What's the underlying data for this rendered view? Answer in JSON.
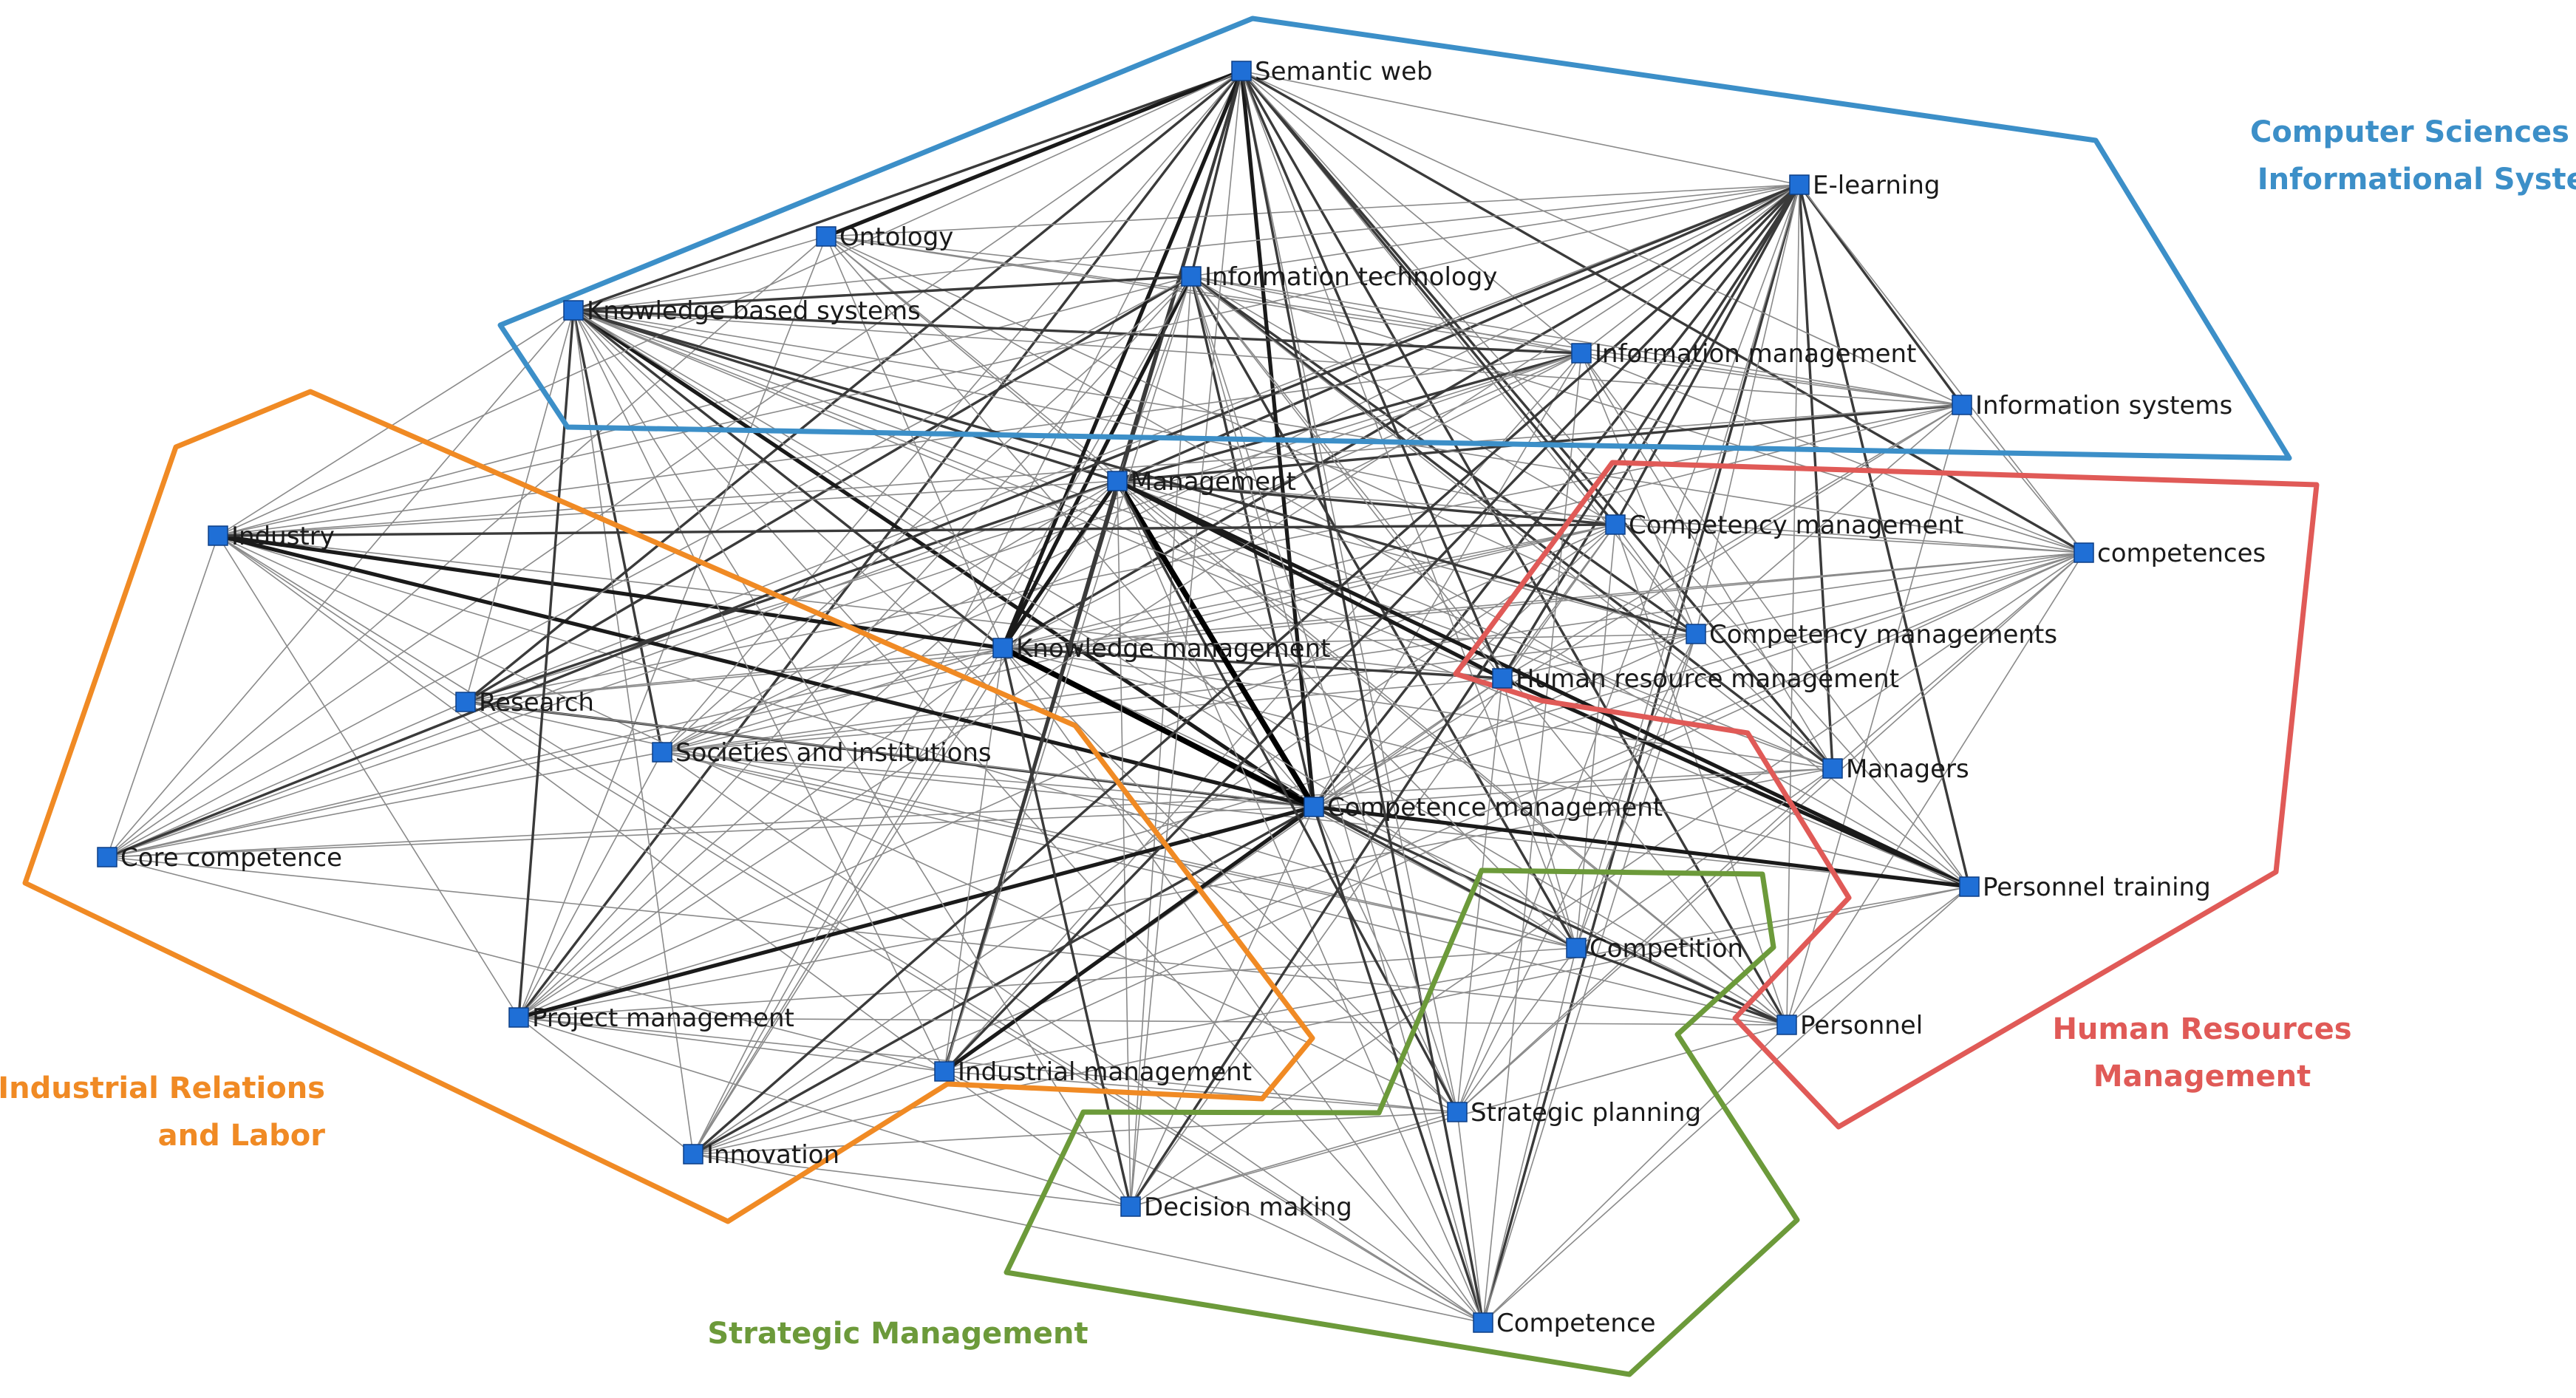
{
  "diagram": {
    "nodes": [
      {
        "id": "semantic_web",
        "label": "Semantic web"
      },
      {
        "id": "e_learning",
        "label": "E-learning"
      },
      {
        "id": "ontology",
        "label": "Ontology"
      },
      {
        "id": "information_technology",
        "label": "Information technology"
      },
      {
        "id": "knowledge_based_systems",
        "label": "Knowledge based systems"
      },
      {
        "id": "information_management",
        "label": "Information management"
      },
      {
        "id": "information_systems",
        "label": "Information systems"
      },
      {
        "id": "management",
        "label": "Management"
      },
      {
        "id": "industry",
        "label": "Industry"
      },
      {
        "id": "competency_management",
        "label": "Competency management"
      },
      {
        "id": "competences",
        "label": "competences"
      },
      {
        "id": "competency_managements",
        "label": "Competency managements"
      },
      {
        "id": "knowledge_management",
        "label": "Knowledge management"
      },
      {
        "id": "human_resource_management",
        "label": "Human resource management"
      },
      {
        "id": "research",
        "label": "Research"
      },
      {
        "id": "societies_and_institutions",
        "label": "Societies and institutions"
      },
      {
        "id": "managers",
        "label": "Managers"
      },
      {
        "id": "competence_management",
        "label": "Competence management"
      },
      {
        "id": "core_competence",
        "label": "Core competence"
      },
      {
        "id": "personnel_training",
        "label": "Personnel training"
      },
      {
        "id": "competition",
        "label": "Competition"
      },
      {
        "id": "project_management",
        "label": "Project management"
      },
      {
        "id": "personnel",
        "label": "Personnel"
      },
      {
        "id": "industrial_management",
        "label": "Industrial management"
      },
      {
        "id": "strategic_planning",
        "label": "Strategic planning"
      },
      {
        "id": "innovation",
        "label": "Innovation"
      },
      {
        "id": "decision_making",
        "label": "Decision making"
      },
      {
        "id": "competence",
        "label": "Competence"
      }
    ],
    "groups": [
      {
        "id": "cs",
        "label_lines": [
          "Computer Sciences and",
          "Informational Systems"
        ],
        "color": "#3c8fc8"
      },
      {
        "id": "hr",
        "label_lines": [
          "Human Resources",
          "Management"
        ],
        "color": "#e05a57"
      },
      {
        "id": "ir",
        "label_lines": [
          "Industrial Relations",
          "and Labor"
        ],
        "color": "#f08a24"
      },
      {
        "id": "sm",
        "label_lines": [
          "Strategic Management"
        ],
        "color": "#6c9a3a"
      }
    ],
    "node_color": "#1f6fd6",
    "edge_color": "#555555"
  }
}
